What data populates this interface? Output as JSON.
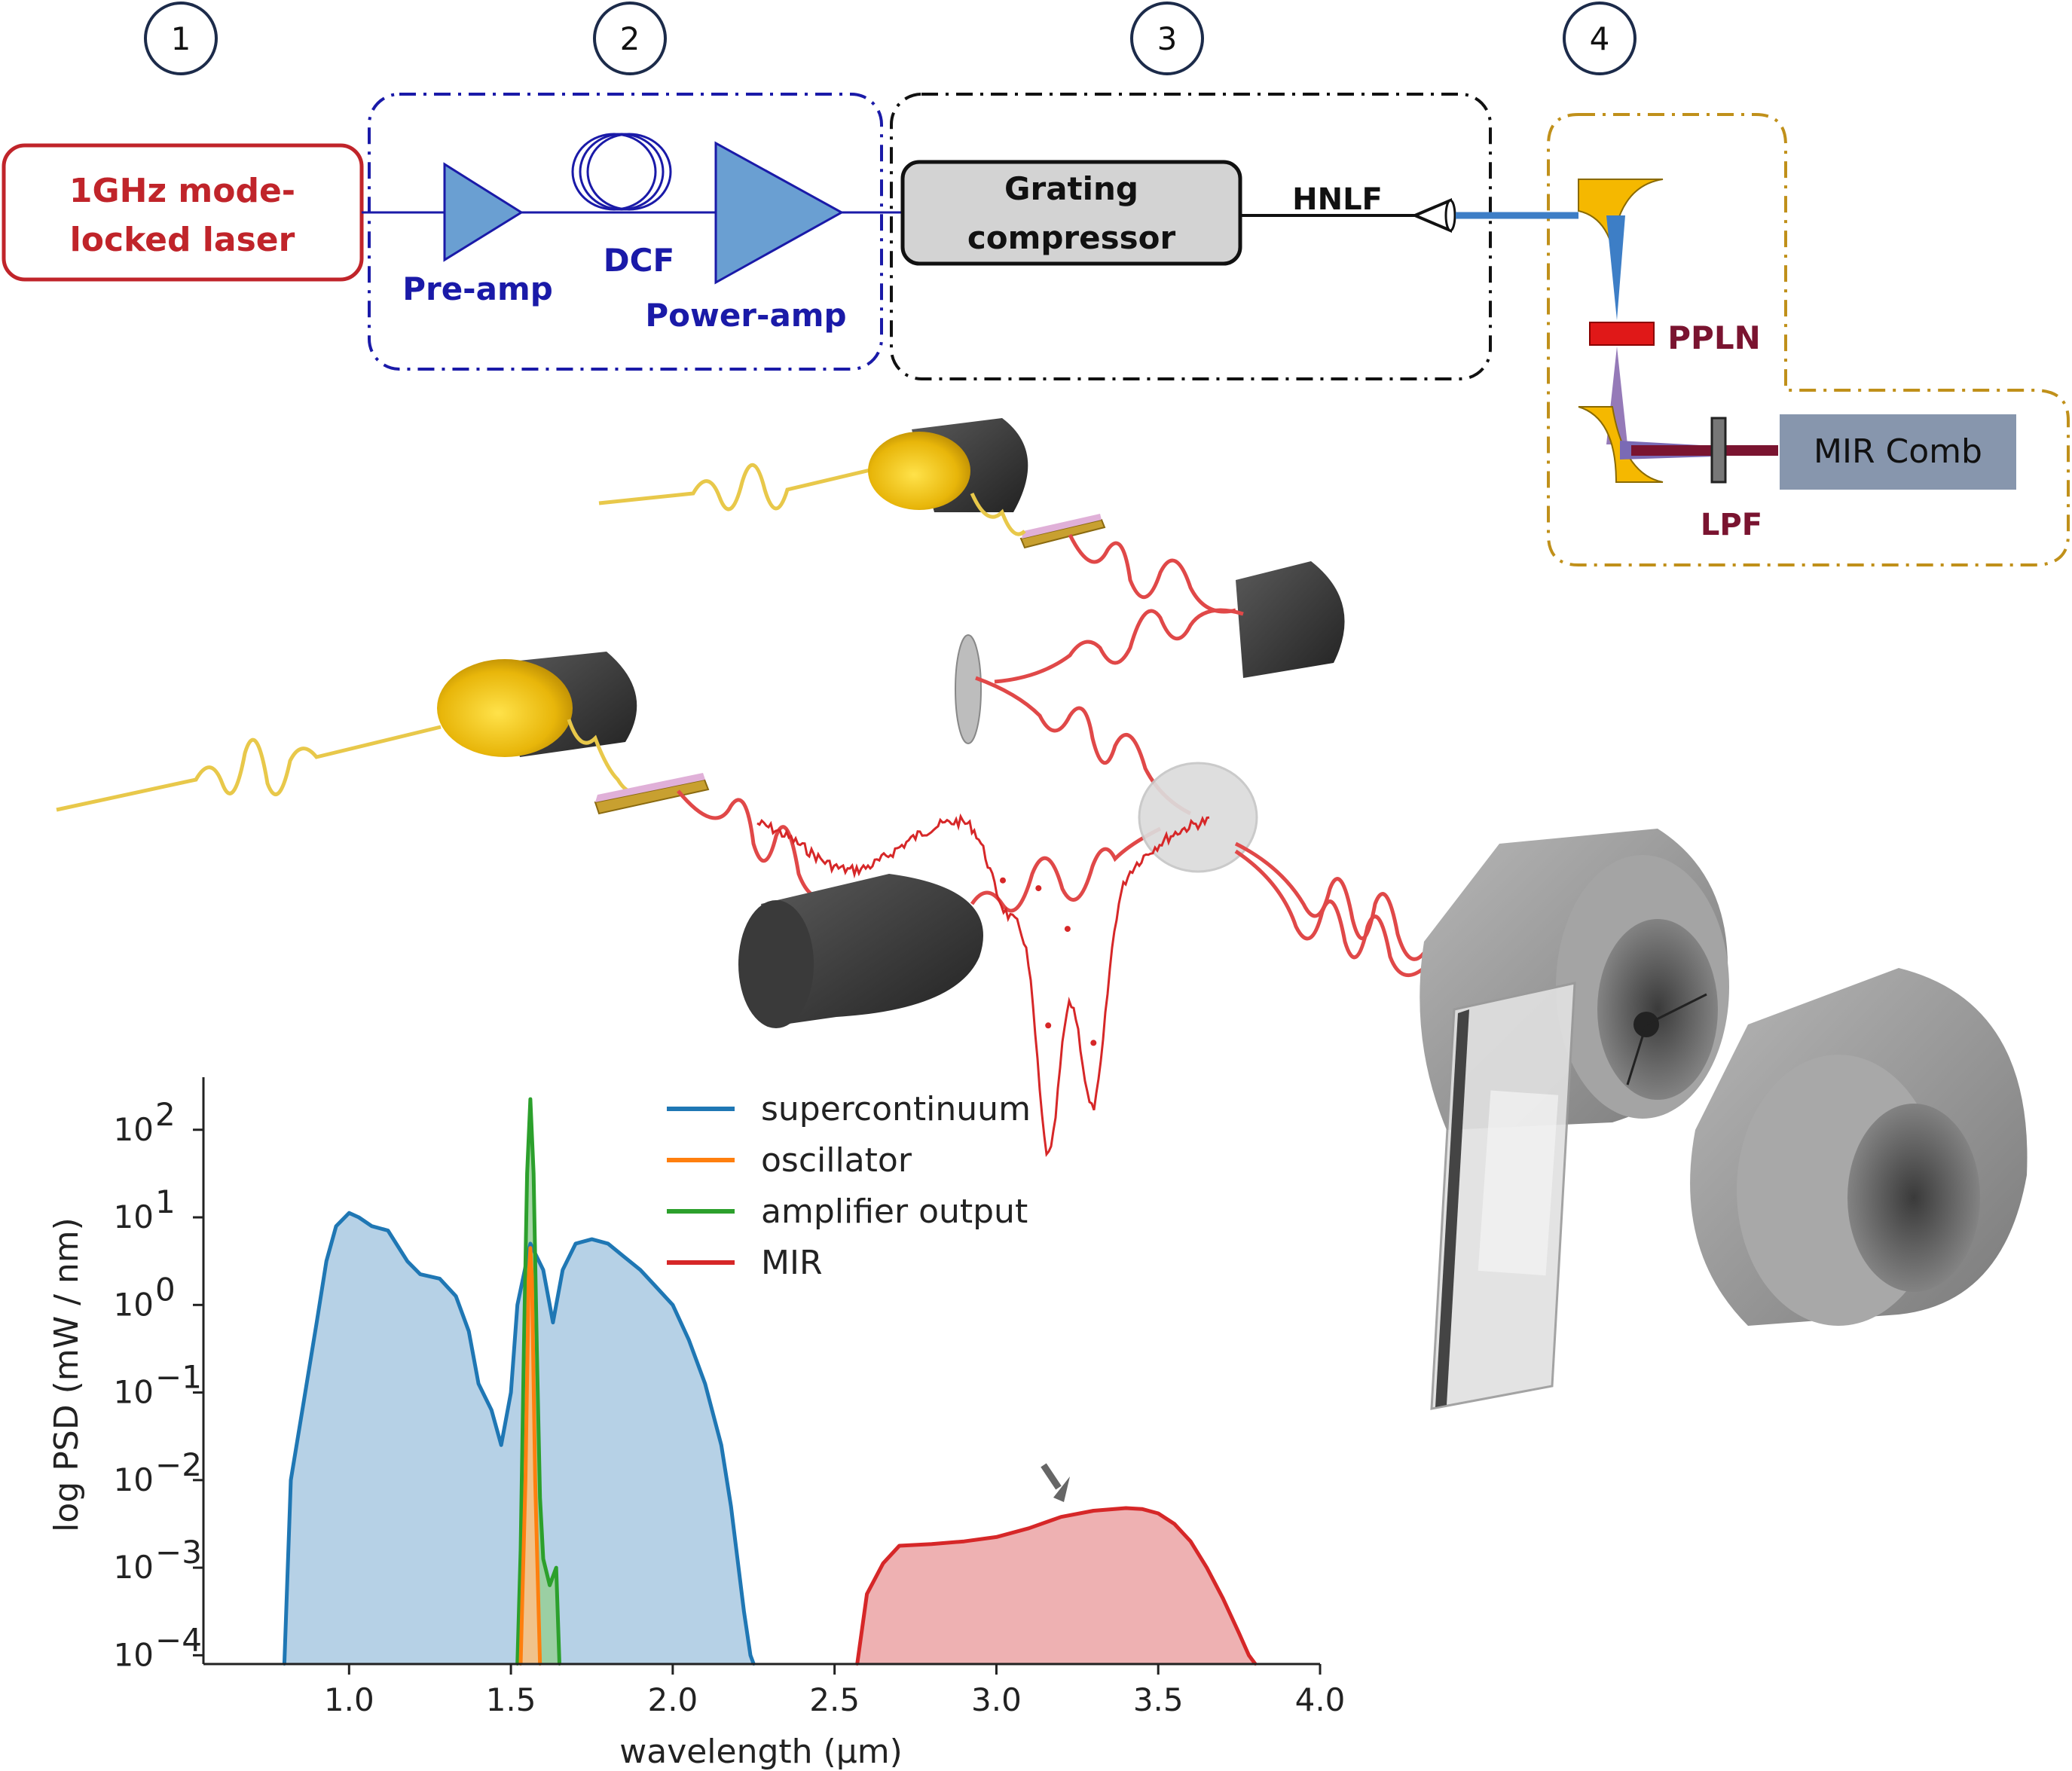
{
  "stages": [
    "1",
    "2",
    "3",
    "4"
  ],
  "components": {
    "laser": "1GHz mode-locked laser",
    "laser_line1": "1GHz mode-",
    "laser_line2": "locked laser",
    "preamp": "Pre-amp",
    "dcf": "DCF",
    "poweramp": "Power-amp",
    "grating_line1": "Grating",
    "grating_line2": "compressor",
    "hnlf": "HNLF",
    "ppln": "PPLN",
    "lpf": "LPF",
    "mir_comb": "MIR Comb"
  },
  "colors": {
    "laser_red": "#c0242a",
    "fiber_blue": "#1a1aa8",
    "amp_fill": "#6a9fd2",
    "stage3_black": "#111111",
    "stage4_gold": "#c0901a",
    "ppln_red": "#e01818",
    "mir_purple": "#7a1430",
    "mir_comb_fill": "#8796ad",
    "mirror_gold": "#f5b800"
  },
  "chart_data": {
    "type": "area",
    "xlabel": "wavelength (μm)",
    "ylabel": "log PSD (mW / nm)",
    "xlim": [
      0.55,
      4.0
    ],
    "ylim": [
      -4.1,
      2.6
    ],
    "yscale": "log",
    "x_ticks": [
      "1.0",
      "1.5",
      "2.0",
      "2.5",
      "3.0",
      "3.5",
      "4.0"
    ],
    "x_tick_values": [
      1.0,
      1.5,
      2.0,
      2.5,
      3.0,
      3.5,
      4.0
    ],
    "y_ticks": [
      "10",
      "10",
      "10",
      "10",
      "10",
      "10",
      "10"
    ],
    "y_tick_exponents": [
      "2",
      "1",
      "0",
      "−1",
      "−2",
      "−3",
      "−4"
    ],
    "y_tick_values": [
      2,
      1,
      0,
      -1,
      -2,
      -3,
      -4
    ],
    "legend_placement": "top-center",
    "series": [
      {
        "name": "supercontinuum",
        "color": "#1f77b4",
        "fill": "#a9c9e2",
        "x": [
          0.8,
          0.82,
          0.86,
          0.9,
          0.93,
          0.96,
          1.0,
          1.03,
          1.07,
          1.12,
          1.18,
          1.22,
          1.28,
          1.33,
          1.37,
          1.4,
          1.44,
          1.47,
          1.5,
          1.52,
          1.56,
          1.6,
          1.63,
          1.66,
          1.7,
          1.75,
          1.8,
          1.85,
          1.9,
          1.95,
          2.0,
          2.05,
          2.1,
          2.15,
          2.18,
          2.2,
          2.22,
          2.24,
          2.25
        ],
        "y_log10": [
          -4.1,
          -2.0,
          -1.1,
          -0.2,
          0.5,
          0.9,
          1.05,
          1.0,
          0.9,
          0.85,
          0.5,
          0.35,
          0.3,
          0.1,
          -0.3,
          -0.9,
          -1.2,
          -1.6,
          -1.0,
          0.0,
          0.7,
          0.4,
          -0.2,
          0.4,
          0.7,
          0.75,
          0.7,
          0.55,
          0.4,
          0.2,
          0.0,
          -0.4,
          -0.9,
          -1.6,
          -2.3,
          -2.9,
          -3.5,
          -4.0,
          -4.1
        ]
      },
      {
        "name": "oscillator",
        "color": "#ff7f0e",
        "fill": "#ffbf86",
        "x": [
          1.53,
          1.545,
          1.555,
          1.56,
          1.565,
          1.575,
          1.59
        ],
        "y_log10": [
          -4.1,
          -2.0,
          0.3,
          0.65,
          0.3,
          -2.0,
          -4.1
        ]
      },
      {
        "name": "amplifier output",
        "color": "#2ca02c",
        "fill": "#96cf96",
        "x": [
          1.52,
          1.53,
          1.54,
          1.55,
          1.56,
          1.57,
          1.58,
          1.59,
          1.6,
          1.62,
          1.64,
          1.65
        ],
        "y_log10": [
          -4.1,
          -2.8,
          -0.5,
          1.5,
          2.35,
          1.5,
          -0.5,
          -2.2,
          -2.9,
          -3.2,
          -3.0,
          -4.1
        ]
      },
      {
        "name": "MIR",
        "color": "#d62728",
        "fill": "#eba3a4",
        "x": [
          2.57,
          2.6,
          2.65,
          2.7,
          2.8,
          2.9,
          3.0,
          3.1,
          3.2,
          3.3,
          3.4,
          3.45,
          3.5,
          3.55,
          3.6,
          3.65,
          3.7,
          3.75,
          3.78,
          3.8
        ],
        "y_log10": [
          -4.1,
          -3.3,
          -2.95,
          -2.75,
          -2.73,
          -2.7,
          -2.65,
          -2.55,
          -2.42,
          -2.35,
          -2.32,
          -2.33,
          -2.38,
          -2.5,
          -2.7,
          -3.0,
          -3.35,
          -3.75,
          -4.0,
          -4.1
        ]
      }
    ],
    "inset": {
      "type": "line",
      "color": "#d62728",
      "note_arrow_color": "#666666",
      "absorption_dip_x": [
        3.02,
        3.13,
        3.16,
        3.22,
        3.3
      ]
    }
  }
}
